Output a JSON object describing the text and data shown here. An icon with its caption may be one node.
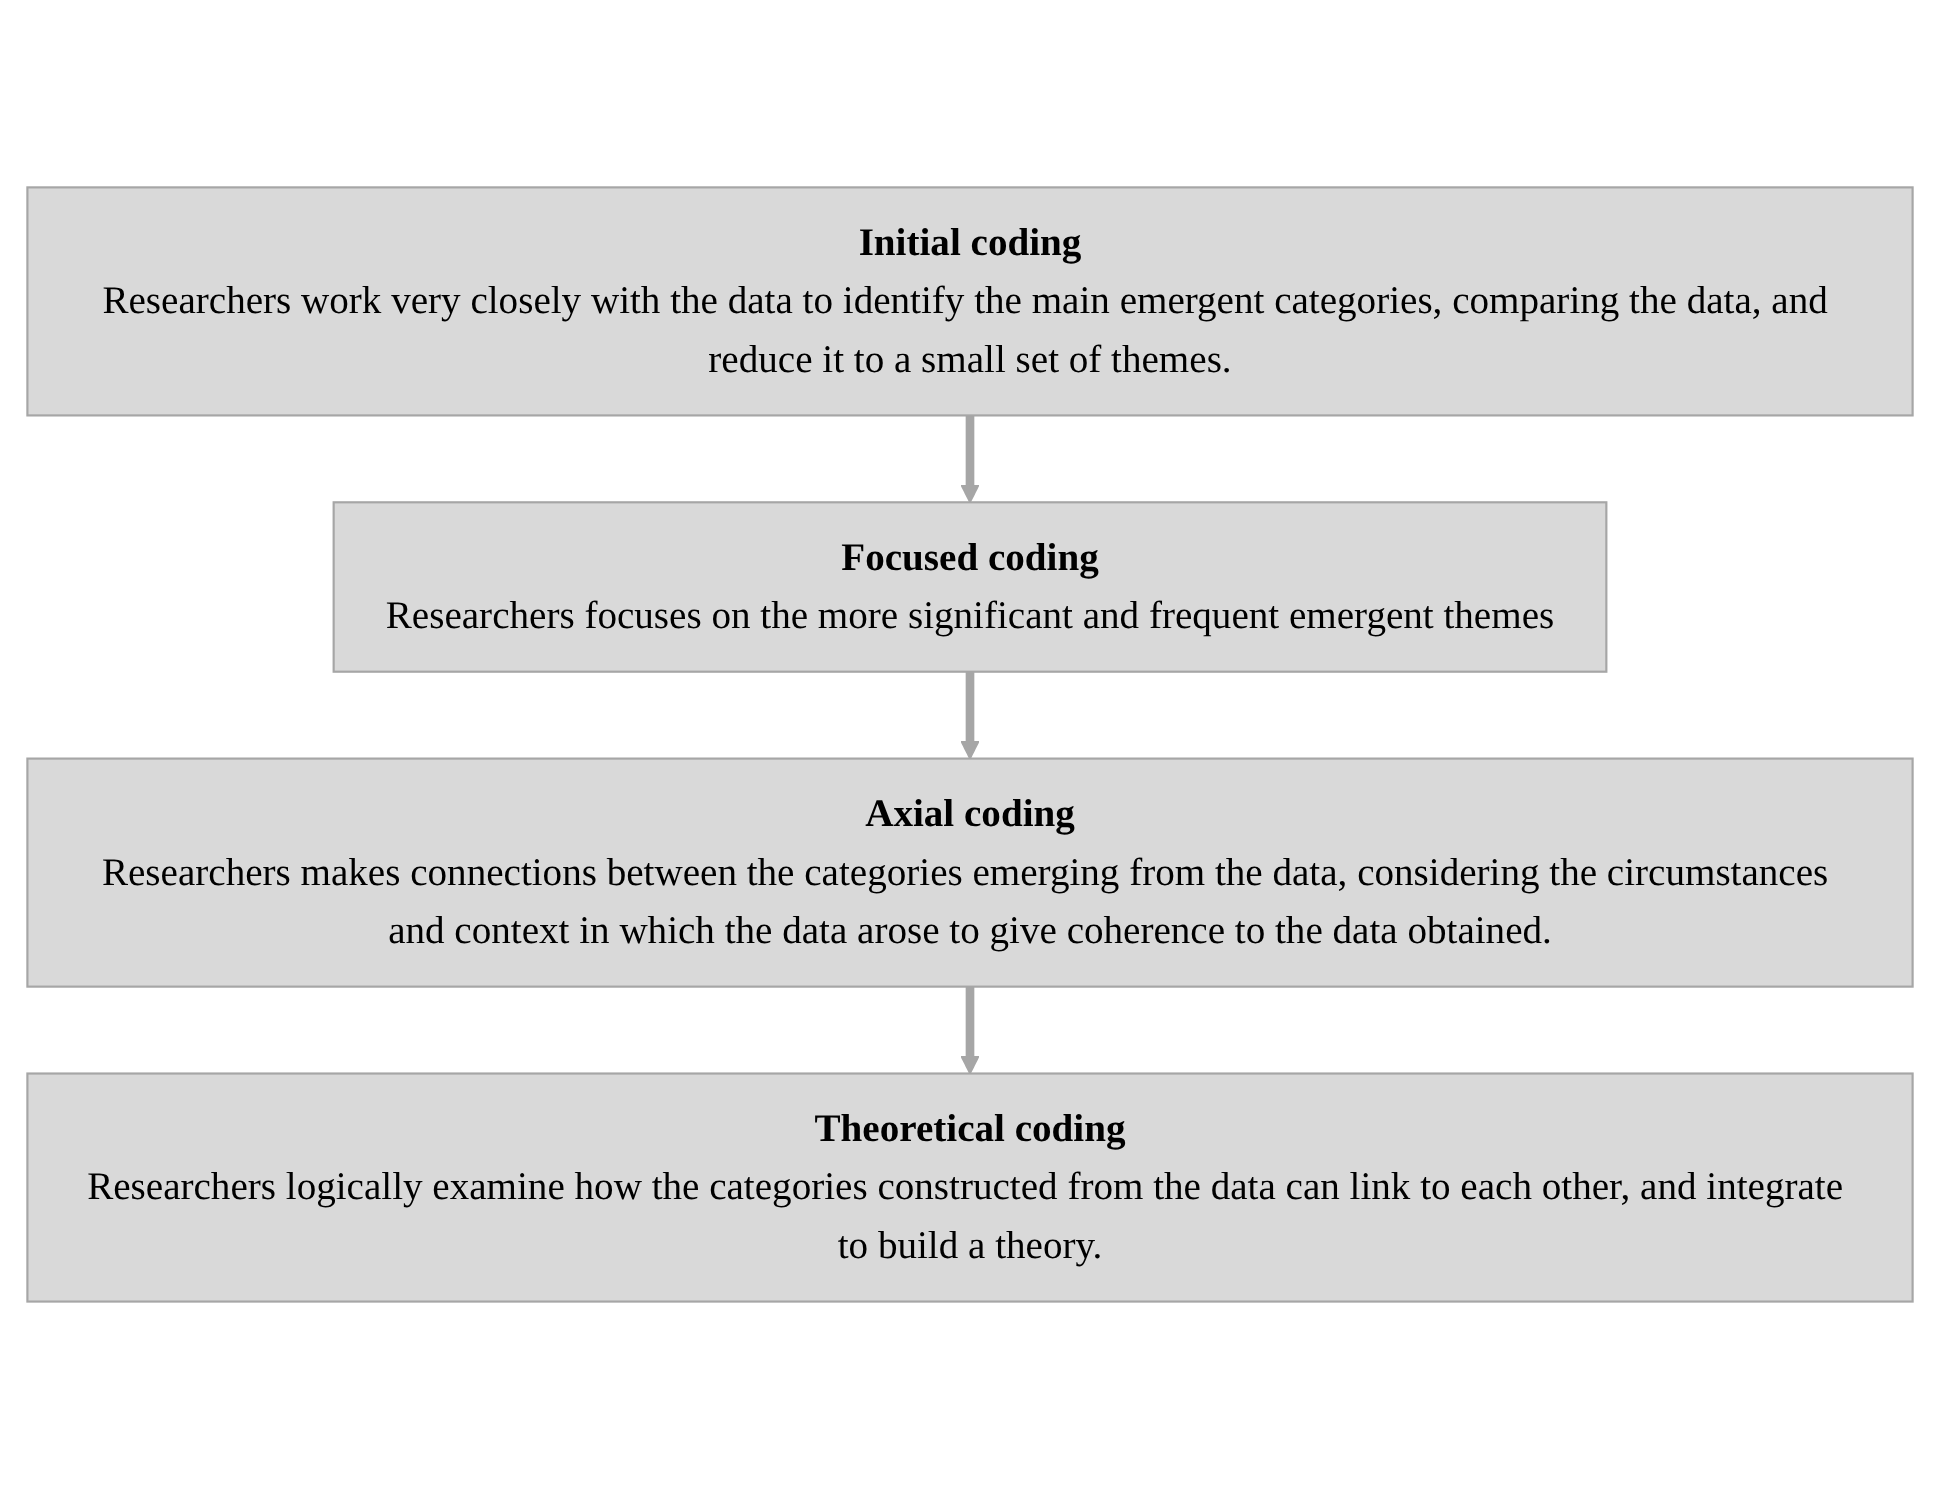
{
  "diagram": {
    "nodes": [
      {
        "text": [
          "Initial coding",
          "Researchers work very closely with the data to identify the main emergent categories, comparing the data, and reduce it to a small set of themes."
        ]
      },
      {
        "text": [
          "Focused coding",
          "Researchers focuses on the more significant and frequent emergent themes"
        ]
      },
      {
        "text": [
          "Axial coding",
          "Researchers makes connections between the categories emerging from the data, considering the circumstances and context in which the data arose to give coherence to the data obtained."
        ]
      },
      {
        "text": [
          "Theoretical coding",
          "Researchers logically examine how the categories constructed from the data can link to each other, and integrate to build a theory."
        ]
      }
    ],
    "edges": [
      {
        "from": 0,
        "to": 1,
        "arrow": "to"
      },
      {
        "from": 1,
        "to": 2,
        "arrow": "to"
      },
      {
        "from": 2,
        "to": 3,
        "arrow": "to"
      }
    ]
  }
}
